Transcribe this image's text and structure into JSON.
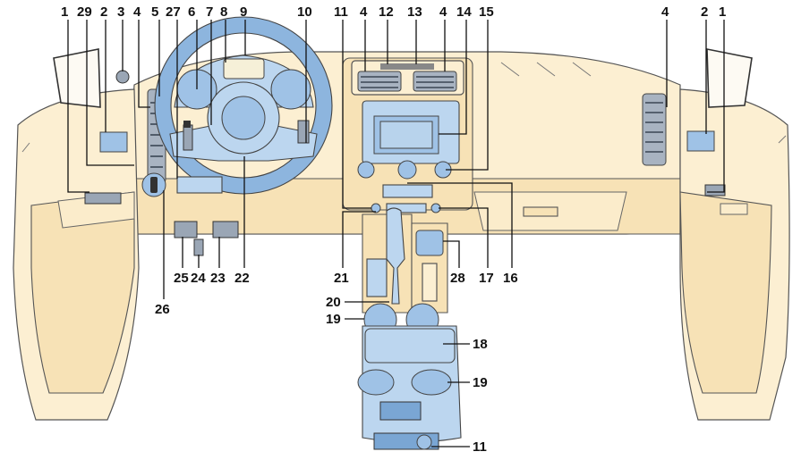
{
  "labels": {
    "l1_left": "1",
    "l29": "29",
    "l2_left": "2",
    "l3": "3",
    "l4_a": "4",
    "l5": "5",
    "l27": "27",
    "l6": "6",
    "l7": "7",
    "l8": "8",
    "l9": "9",
    "l10": "10",
    "l11_top": "11",
    "l4_b": "4",
    "l12": "12",
    "l13": "13",
    "l4_c": "4",
    "l14": "14",
    "l15": "15",
    "l4_right": "4",
    "l2_right": "2",
    "l1_right": "1",
    "l21": "21",
    "l25": "25",
    "l24": "24",
    "l23": "23",
    "l22": "22",
    "l28": "28",
    "l17": "17",
    "l16": "16",
    "l26": "26",
    "l20": "20",
    "l19_left": "19",
    "l18": "18",
    "l19_right": "19",
    "l11_bottom": "11"
  },
  "icons": [
    "steering-wheel-icon",
    "gear-shifter-icon",
    "ignition-icon",
    "side-mirror-icon",
    "air-vent-icon",
    "radio-display-icon",
    "cupholder-icon"
  ]
}
